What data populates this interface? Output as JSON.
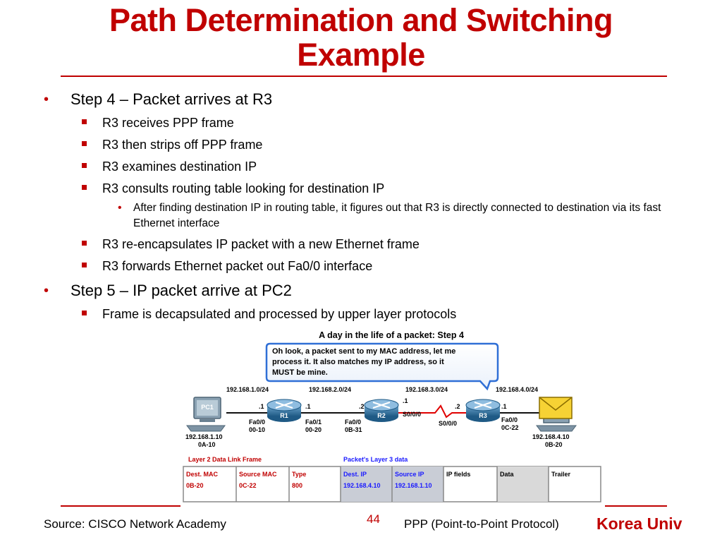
{
  "slide": {
    "title_line1": "Path Determination and Switching",
    "title_line2": "Example"
  },
  "bullets": {
    "step4": "Step 4 – Packet arrives at R3",
    "step4_items": [
      "R3 receives PPP frame",
      "R3 then strips off PPP frame",
      "R3 examines destination IP",
      "R3 consults routing table looking for destination IP"
    ],
    "step4_sub": "After finding destination IP in routing table, it figures out that R3 is directly connected to destination via its fast Ethernet interface",
    "step4_items_after": [
      "R3 re-encapsulates IP packet with a new Ethernet frame",
      "R3 forwards Ethernet packet out Fa0/0 interface"
    ],
    "step5": "Step 5 – IP packet arrive at PC2",
    "step5_items": [
      "Frame is decapsulated and processed by upper layer protocols"
    ]
  },
  "diagram": {
    "title": "A day in the life of a packet: Step 4",
    "bubble": [
      "Oh look, a packet sent to my MAC address, let me",
      "process it. It also matches my IP address, so it",
      "MUST be mine."
    ],
    "networks": [
      "192.168.1.0/24",
      "192.168.2.0/24",
      "192.168.3.0/24",
      "192.168.4.0/24"
    ],
    "pc1": {
      "label": "PC1",
      "ip": "192.168.1.10",
      "mac": "0A-10"
    },
    "pc2": {
      "ip": "192.168.4.10",
      "mac": "0B-20"
    },
    "r1": {
      "label": "R1",
      "left_host": ".1",
      "right_host": ".1",
      "if_left": "Fa0/0",
      "mac_left": "00-10",
      "if_right": "Fa0/1",
      "mac_right": "00-20"
    },
    "r2": {
      "label": "R2",
      "left_host": ".2",
      "right_host": ".1",
      "if_left": "Fa0/0",
      "mac_left": "0B-31",
      "if_right": "S0/0/0"
    },
    "r3": {
      "label": "R3",
      "left_host": ".2",
      "right_host": ".1",
      "if_left": "S0/0/0",
      "if_right": "Fa0/0",
      "mac_right": "0C-22"
    },
    "frame_label_l2": "Layer 2 Data Link Frame",
    "frame_label_l3": "Packet's Layer 3 data",
    "frame_headers": [
      "Dest. MAC",
      "Source MAC",
      "Type",
      "Dest. IP",
      "Source IP",
      "IP fields",
      "Data",
      "Trailer"
    ],
    "frame_values": [
      "0B-20",
      "0C-22",
      "800",
      "192.168.4.10",
      "192.168.1.10",
      "",
      "",
      ""
    ],
    "colors": {
      "red_text": "#c00000",
      "blue_text": "#1a1aff",
      "link_red": "#e00000",
      "bubble": "#2f6fd6",
      "router": "#2c6e9e"
    }
  },
  "footer": {
    "source": "Source: CISCO Network Academy",
    "page": "44",
    "topic": "PPP (Point-to-Point Protocol)",
    "logo": "Korea Univ"
  }
}
